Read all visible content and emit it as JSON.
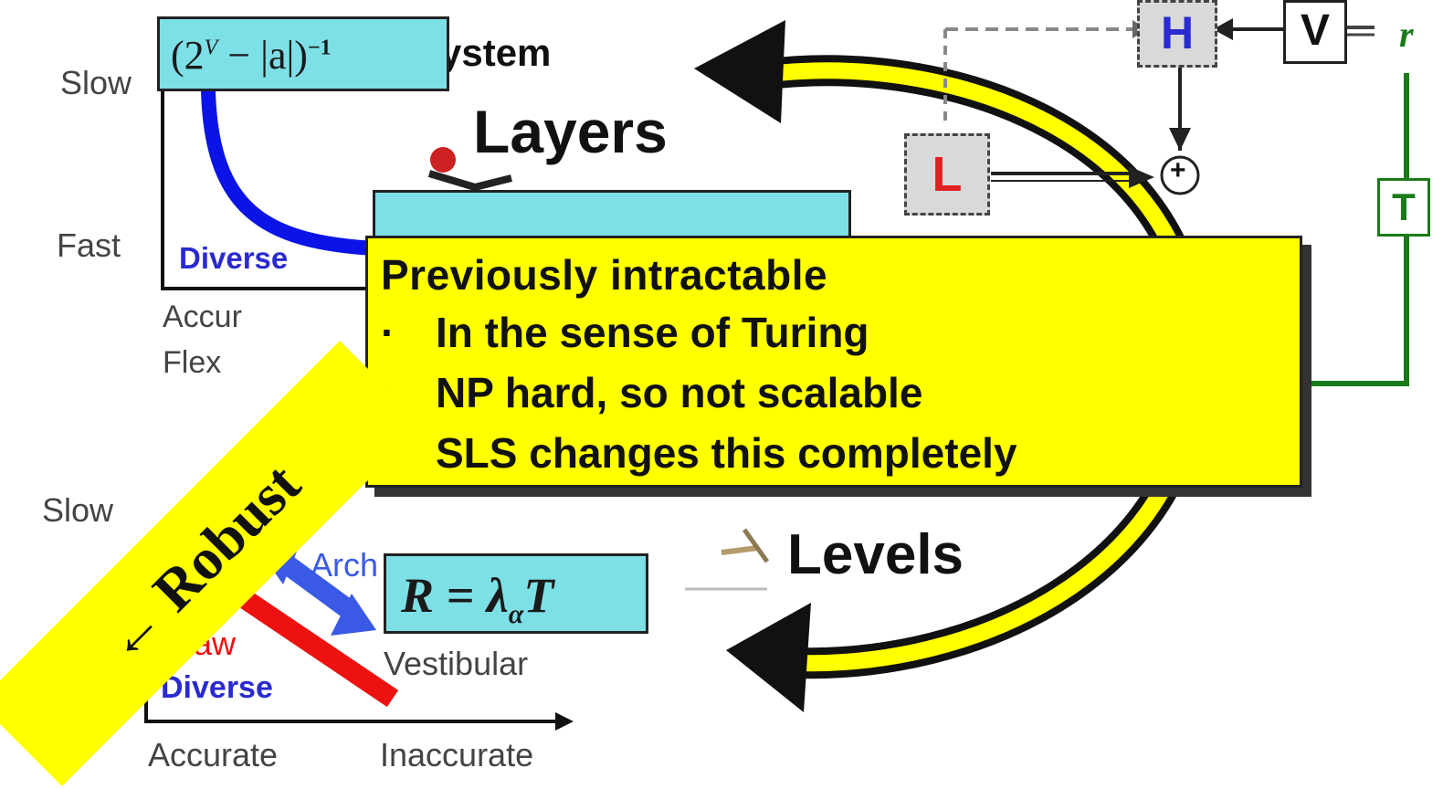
{
  "top_chart": {
    "title_fragment": "ystem",
    "y_labels": [
      "Slow",
      "Fast"
    ],
    "bottom_tag": "Diverse",
    "x_labels": [
      "Accur",
      "Flex"
    ],
    "formula": "(2^V − |a|)^−1",
    "formula_base": "(2",
    "formula_exp": "V",
    "formula_mid": " − |a|)",
    "formula_exp2": "−1"
  },
  "layers_label": "Layers",
  "levels_label": "Levels",
  "callout": {
    "title": "Previously intractable",
    "bullets": [
      "In the sense of Turing",
      "NP hard, so not scalable",
      "SLS changes this completely"
    ]
  },
  "bottom_chart": {
    "y_labels": [
      "Slow"
    ],
    "law_label": "Law",
    "diverse_label": "Diverse",
    "arch_label": "Arch",
    "vestibular_label": "Vestibular",
    "x_labels": [
      "Accurate",
      "Inaccurate"
    ],
    "formula": "R = λαT",
    "formula_main": "R = λ",
    "formula_sub": "α",
    "formula_end": "T"
  },
  "banner_text": "← Robust",
  "control": {
    "H": "H",
    "V": "V",
    "L": "L",
    "T": "T",
    "r": "r",
    "plus": "+"
  },
  "colors": {
    "cyan": "#7de0e6",
    "yellow": "#ffff00",
    "blue_curve": "#0a14e6",
    "red_line": "#ee1111",
    "green_line": "#1a7a1a",
    "dark_label_blue": "#2a2ad0"
  }
}
